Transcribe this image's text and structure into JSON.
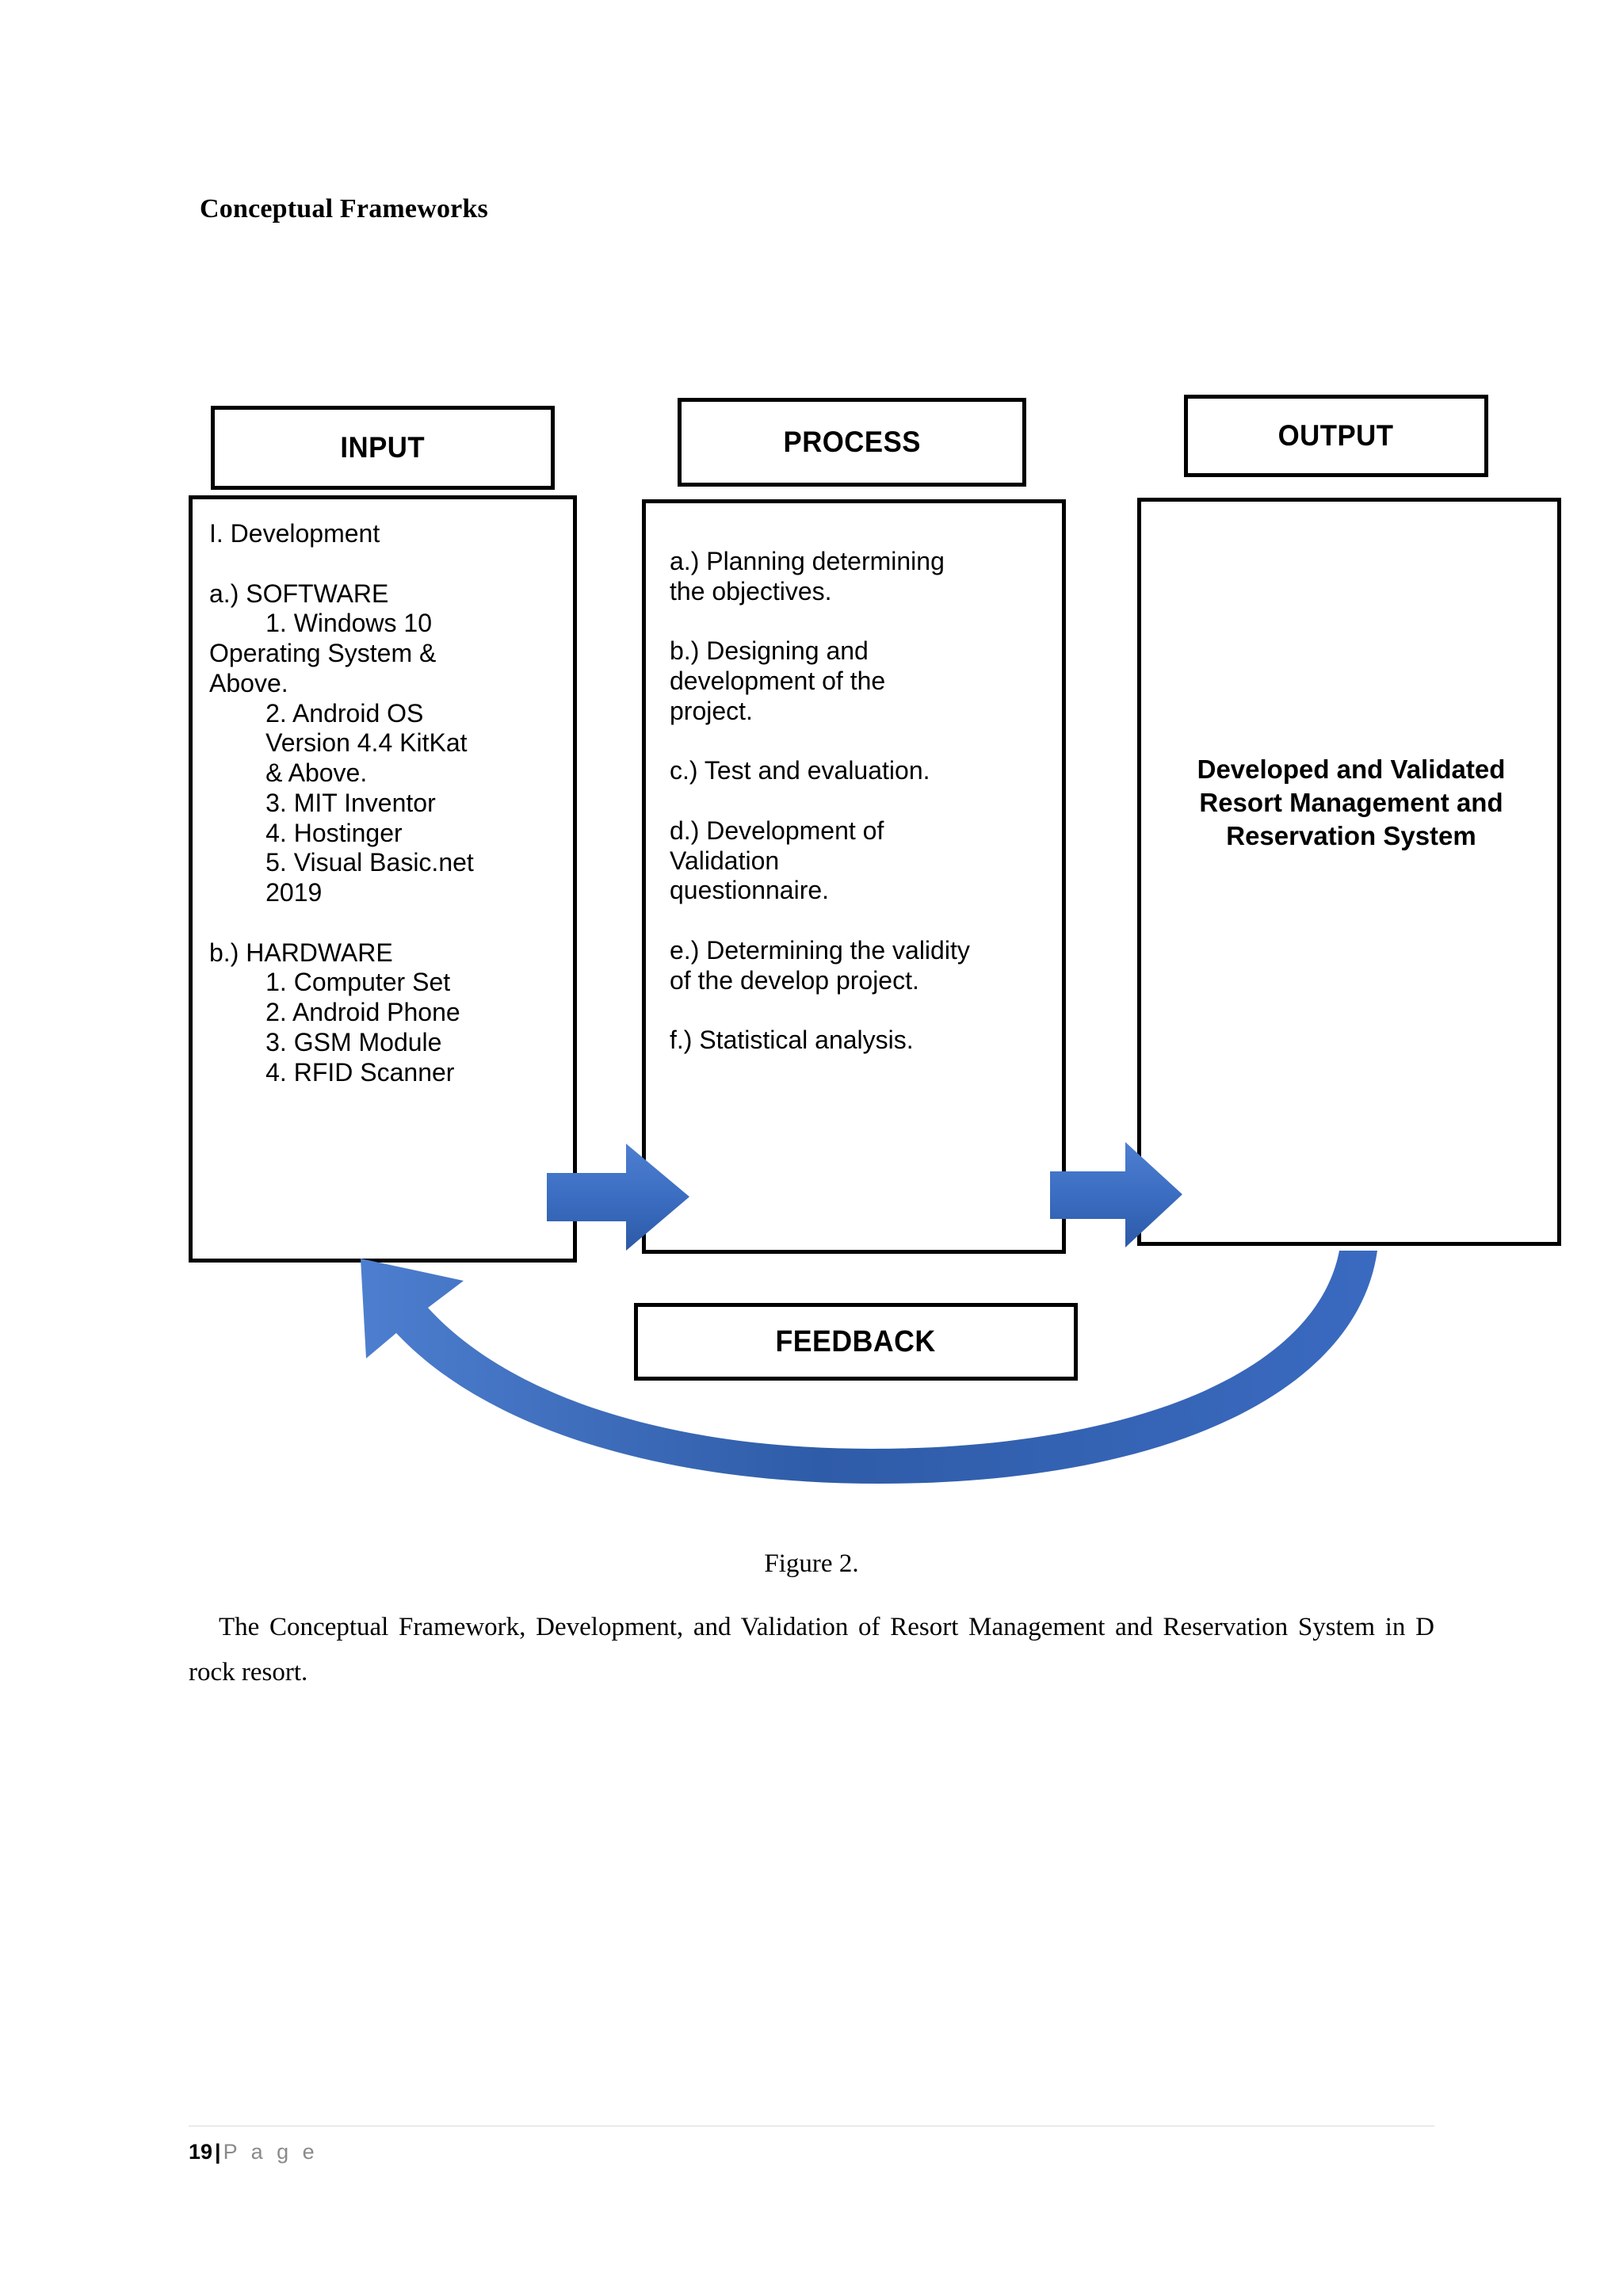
{
  "document": {
    "section_title": "Conceptual Frameworks"
  },
  "diagram": {
    "headers": {
      "input": "INPUT",
      "process": "PROCESS",
      "output": "OUTPUT",
      "feedback": "FEEDBACK"
    },
    "input_body": "I. Development\n\na.) SOFTWARE\n        1. Windows 10\nOperating System &\nAbove.\n        2. Android OS\n        Version 4.4 KitKat\n        & Above.\n        3. MIT Inventor\n        4. Hostinger\n        5. Visual Basic.net\n        2019\n\nb.) HARDWARE\n        1. Computer Set\n        2. Android Phone\n        3. GSM Module\n        4. RFID Scanner",
    "process_body": "a.) Planning determining\nthe objectives.\n\nb.) Designing and\ndevelopment of the\nproject.\n\nc.) Test and evaluation.\n\nd.) Development of\nValidation\nquestionnaire.\n\ne.) Determining the validity\nof the develop project.\n\nf.) Statistical analysis.",
    "output_body": "Developed and Validated Resort Management and Reservation System",
    "arrow_color_light": "#4472C4",
    "arrow_color_dark": "#2E5A9E"
  },
  "caption": {
    "figure_number": "Figure 2.",
    "text": "The Conceptual Framework, Development, and Validation of Resort Management and Reservation System in D rock resort."
  },
  "footer": {
    "page_number": "19",
    "separator": "|",
    "page_word": "P a g e"
  }
}
